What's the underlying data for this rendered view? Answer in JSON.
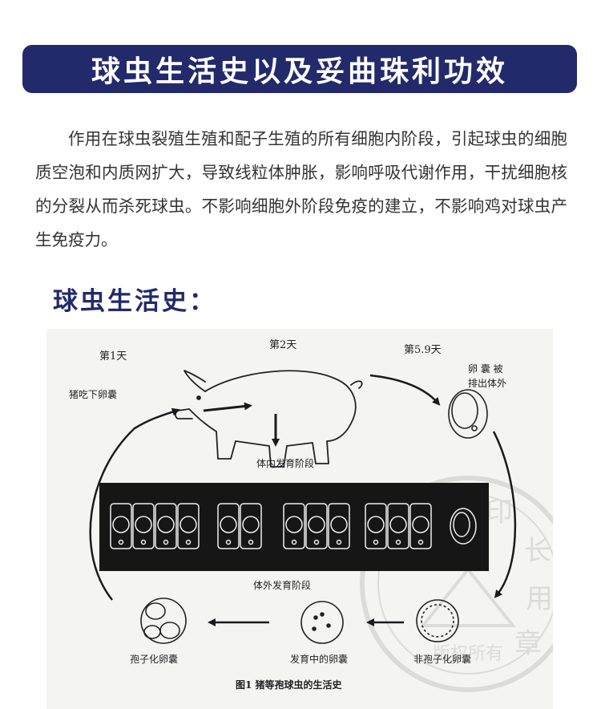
{
  "banner": {
    "title": "球虫生活史以及妥曲珠利功效"
  },
  "intro": {
    "text": "作用在球虫裂殖生殖和配子生殖的所有细胞内阶段，引起球虫的细胞质空泡和内质网扩大，导致线粒体肿胀，影响呼吸代谢作用，干扰细胞核的分裂从而杀死球虫。不影响细胞外阶段免疫的建立，不影响鸡对球虫产生免疫力。"
  },
  "section": {
    "title": "球虫生活史："
  },
  "figure": {
    "day1": "第1天",
    "day1_note": "猪吃下卵囊",
    "day2": "第2天",
    "day3": "第5.9天",
    "excreted_1": "卵 囊 被",
    "excreted_2": "排出体外",
    "internal_stage": "体内发育阶段",
    "external_stage": "体外发育阶段",
    "sporulated": "孢子化卵囊",
    "developing": "发育中的卵囊",
    "unsporulated": "非孢子化卵囊",
    "caption": "图1   猪等孢球虫的生活史"
  },
  "watermark": {
    "text_1": "印",
    "text_2": "长",
    "text_3": "用",
    "text_4": "章",
    "text_5": "版权所有"
  }
}
